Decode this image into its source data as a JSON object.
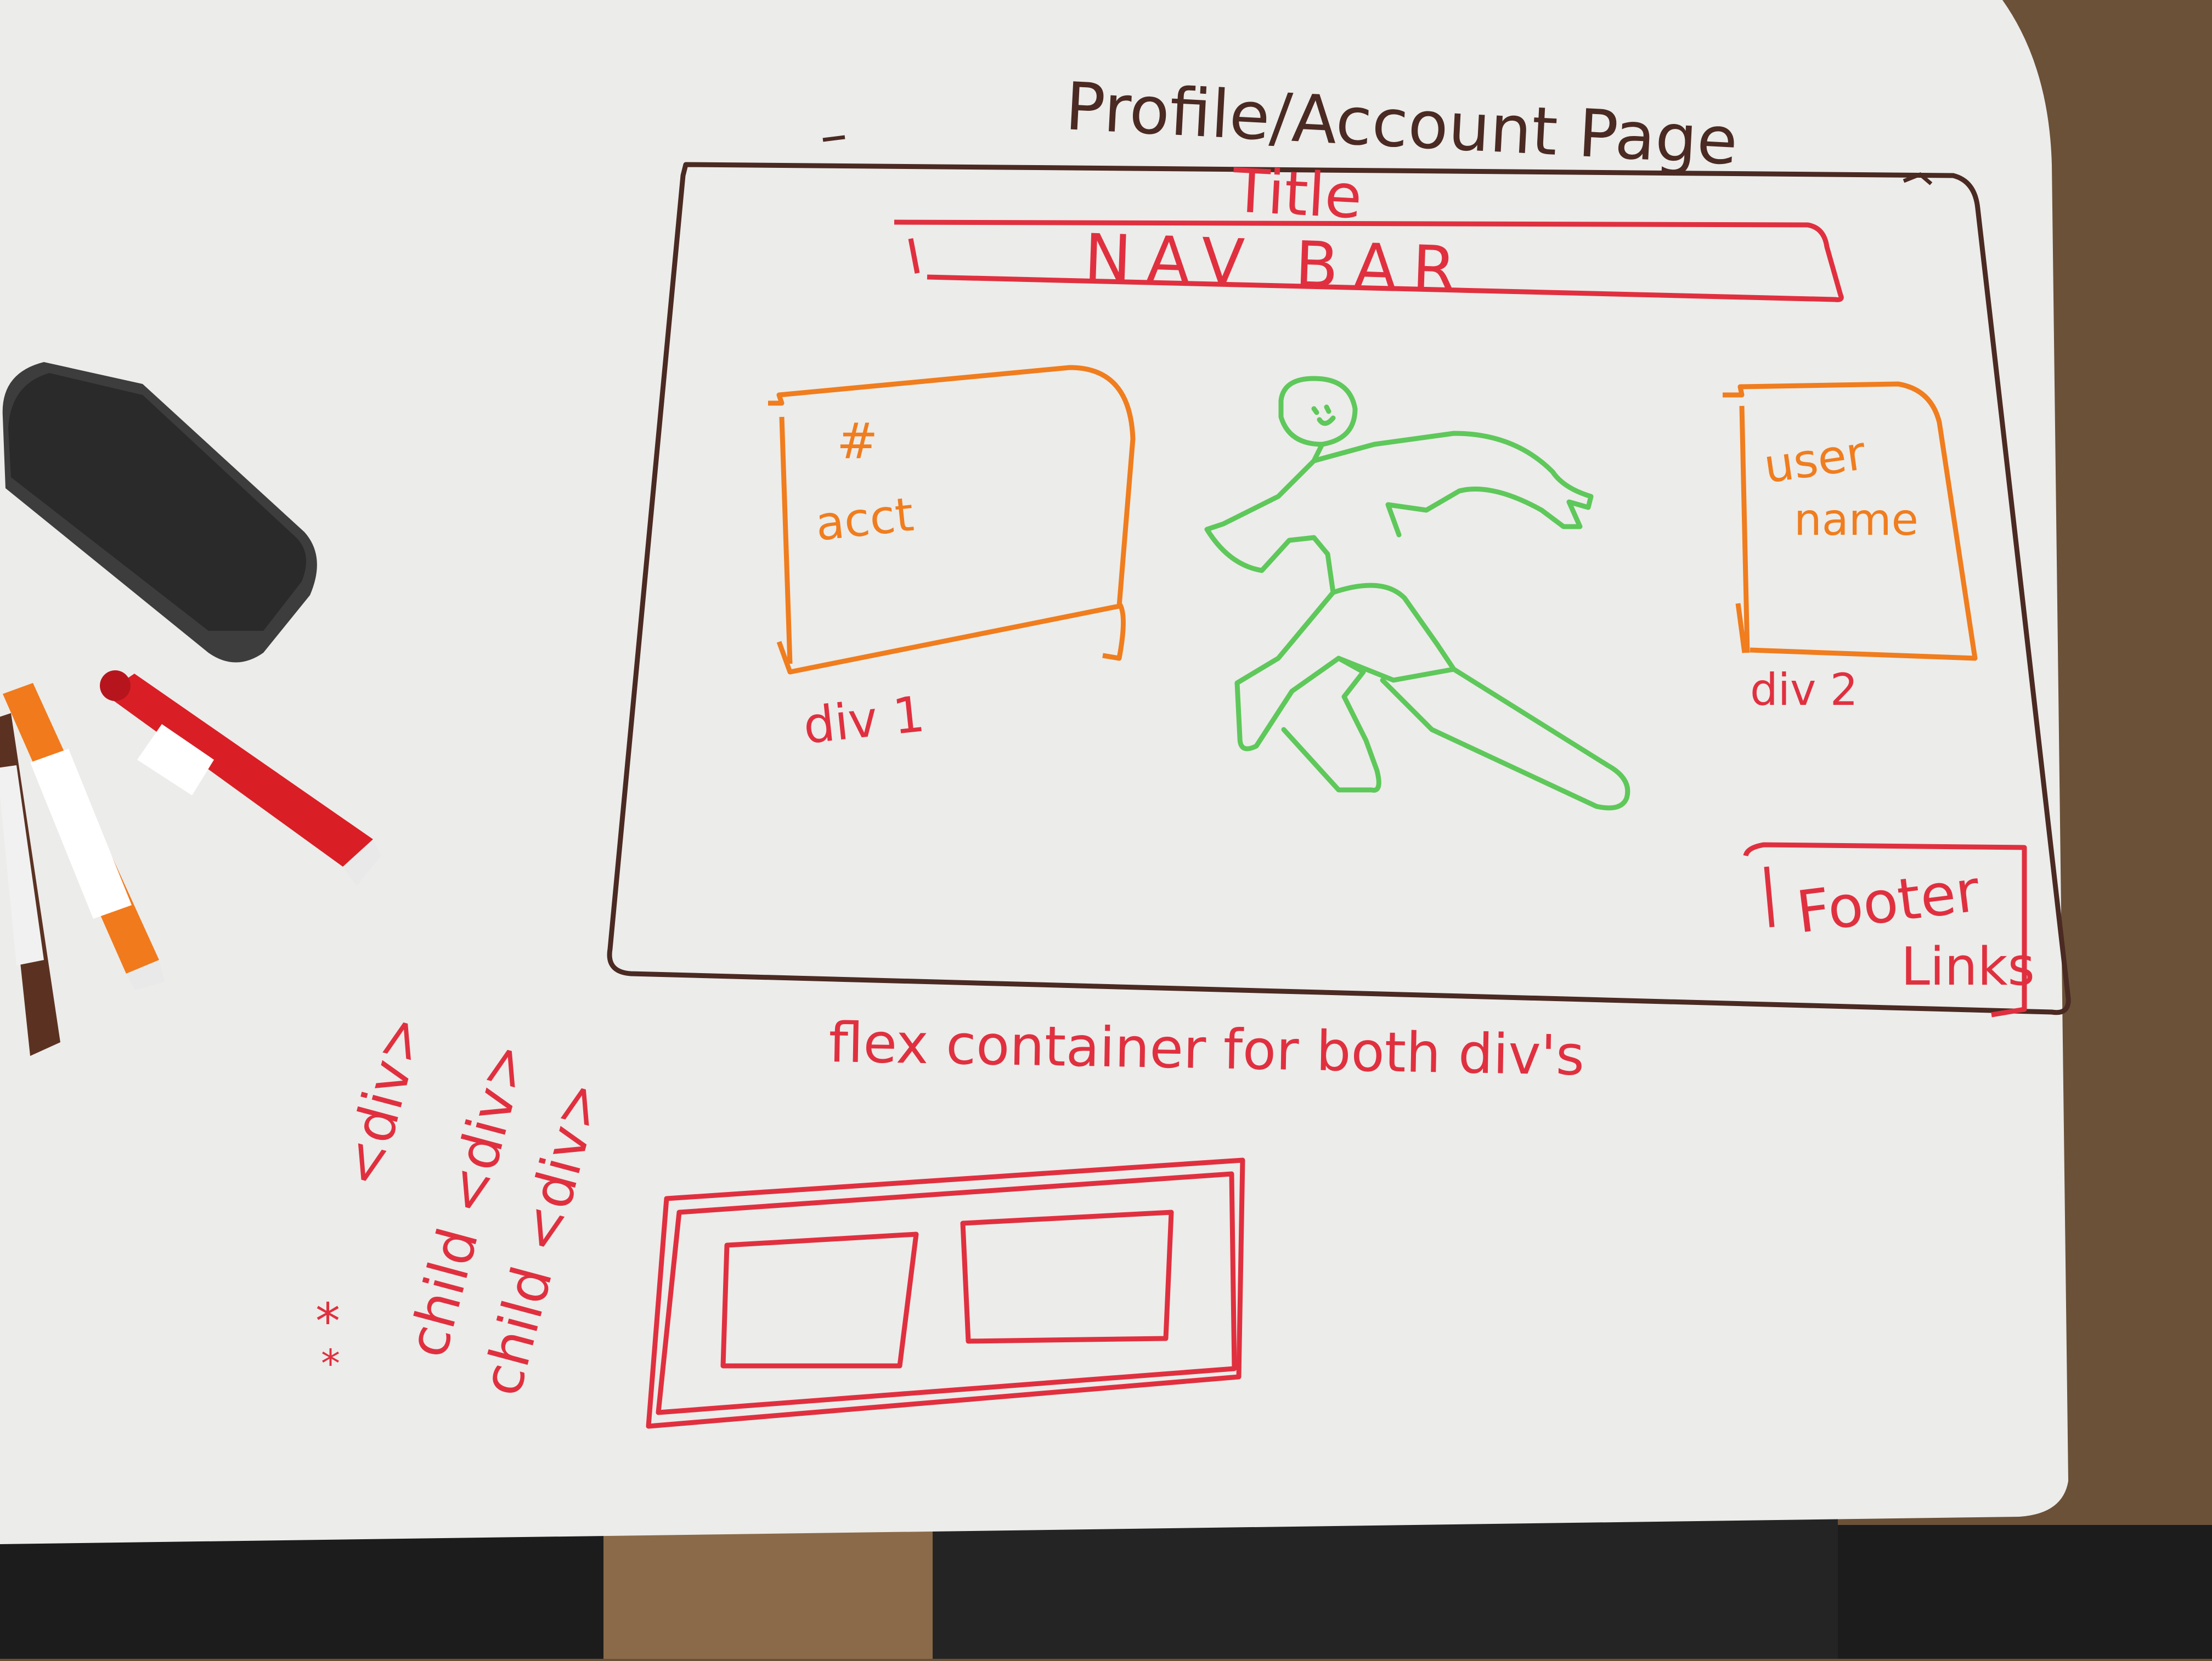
{
  "heading": "Profile/Account Page",
  "wireframe": {
    "title": "Title",
    "nav_bar": "NAV BAR",
    "div1": {
      "content_lines": [
        "#",
        "acct"
      ],
      "caption": "div 1"
    },
    "div2": {
      "content_lines": [
        "user",
        "name"
      ],
      "caption": "div 2"
    },
    "footer": {
      "lines": [
        "Footer",
        "Links"
      ]
    },
    "figure": "stick-figure-icon"
  },
  "flex_note": "flex container for both div's",
  "hierarchy_notes": [
    "<div>",
    "child <div>",
    "child <div>"
  ],
  "hierarchy_marks": [
    "*",
    "*"
  ],
  "colors": {
    "board": "#ececea",
    "table": "#6b5138",
    "marker_brown": "#4a2a22",
    "marker_red": "#e0303f",
    "marker_orange": "#f07d1e",
    "marker_green": "#5ec85a"
  }
}
